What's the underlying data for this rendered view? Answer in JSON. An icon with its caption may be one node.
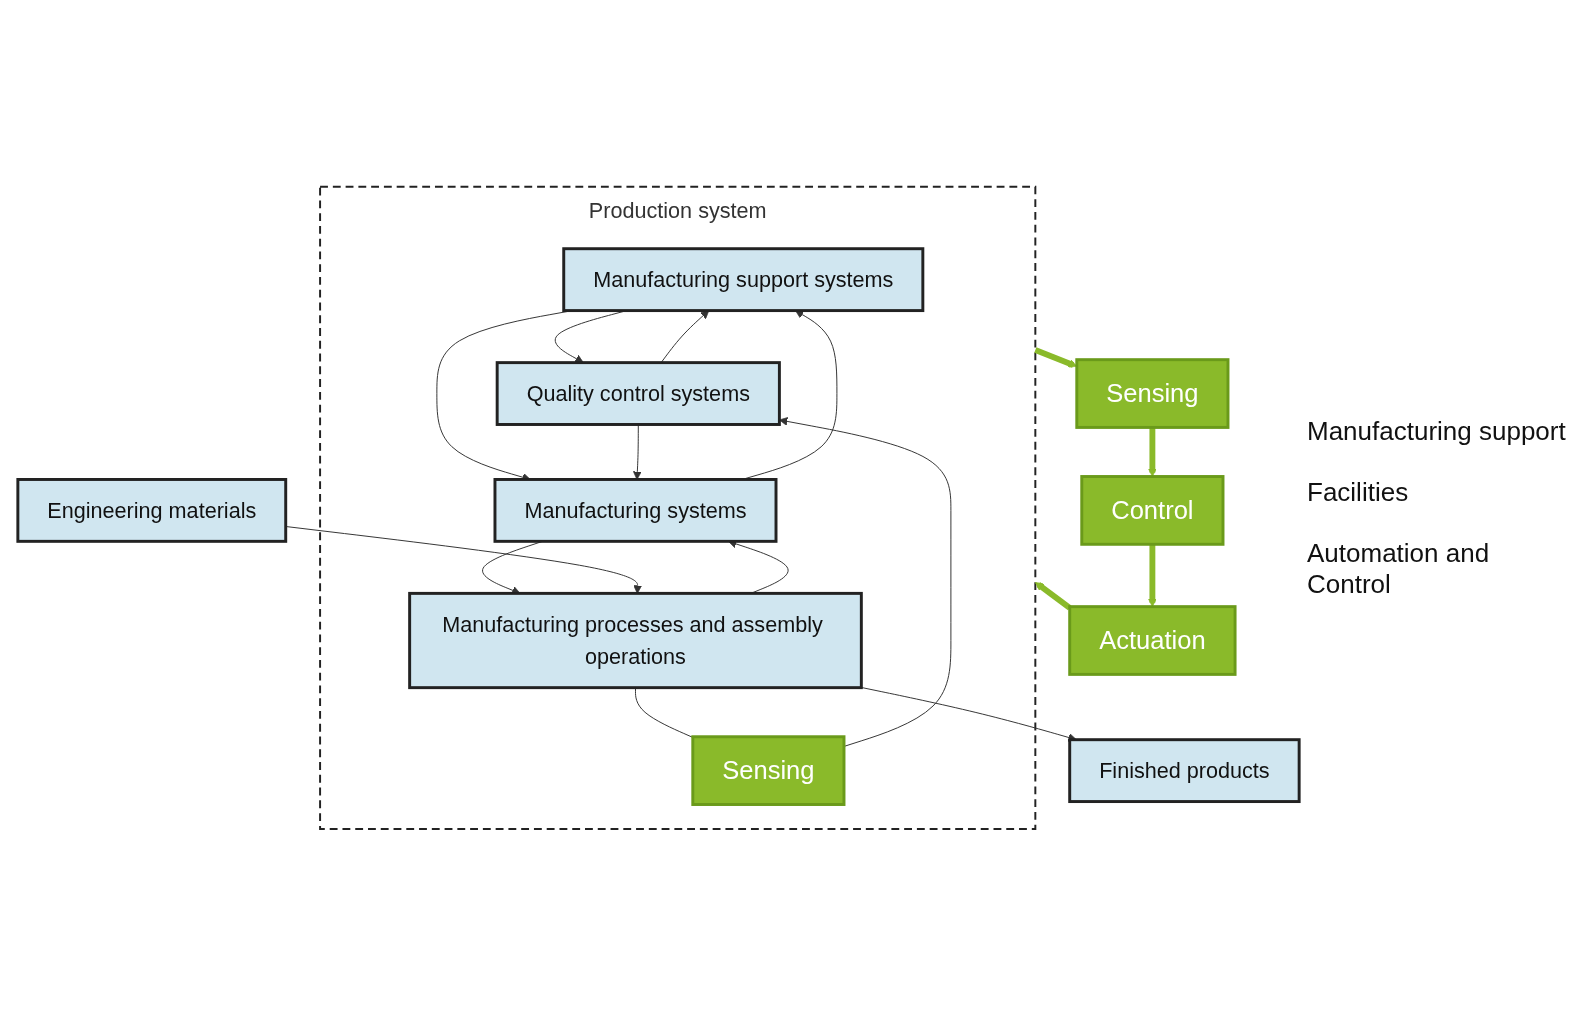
{
  "diagram": {
    "nodes": [
      {
        "text": [
          "Production system"
        ]
      },
      {
        "text": [
          "Manufacturing support systems"
        ],
        "in": 0
      },
      {
        "text": [
          "Quality control systems"
        ],
        "in": 0
      },
      {
        "text": [
          "Manufacturing systems"
        ],
        "in": 0
      },
      {
        "text": [
          "Sensing"
        ],
        "in": 0
      },
      {
        "text": [
          "Manufacturing processes and assembly operations"
        ],
        "in": 0
      },
      {
        "text": [
          "Engineering materials"
        ]
      },
      {
        "text": [
          "Finished products"
        ]
      },
      {
        "text": [
          "Actuation"
        ]
      },
      {
        "text": [
          "Control"
        ]
      },
      {
        "text": [
          "Sensing"
        ]
      }
    ],
    "edges": [
      {
        "from": 1,
        "to": 2,
        "arrow": "to"
      },
      {
        "from": 2,
        "to": 1,
        "arrow": "to"
      },
      {
        "from": 1,
        "to": 3,
        "arrow": "to"
      },
      {
        "from": 3,
        "to": 1,
        "arrow": "to"
      },
      {
        "from": 2,
        "to": 3,
        "arrow": "to"
      },
      {
        "from": 3,
        "to": 5,
        "arrow": "to"
      },
      {
        "from": 5,
        "to": 3,
        "arrow": "to"
      },
      {
        "from": 5,
        "to": 4,
        "arrow": "none"
      },
      {
        "from": 4,
        "to": 2,
        "arrow": "to"
      },
      {
        "from": 6,
        "to": 5,
        "arrow": "to"
      },
      {
        "from": 5,
        "to": 7,
        "arrow": "to"
      },
      {
        "from": 0,
        "to": 10,
        "arrow": "to",
        "style": "thick",
        "color": "#8aba2a"
      },
      {
        "from": 10,
        "to": 9,
        "arrow": "to",
        "style": "thick",
        "color": "#8aba2a"
      },
      {
        "from": 9,
        "to": 8,
        "arrow": "to",
        "style": "thick",
        "color": "#8aba2a"
      },
      {
        "from": 8,
        "to": 0,
        "arrow": "to",
        "style": "thick",
        "color": "#8aba2a"
      }
    ],
    "labels": [
      "Manufacturing support",
      "Facilities",
      "Automation and Control"
    ]
  }
}
